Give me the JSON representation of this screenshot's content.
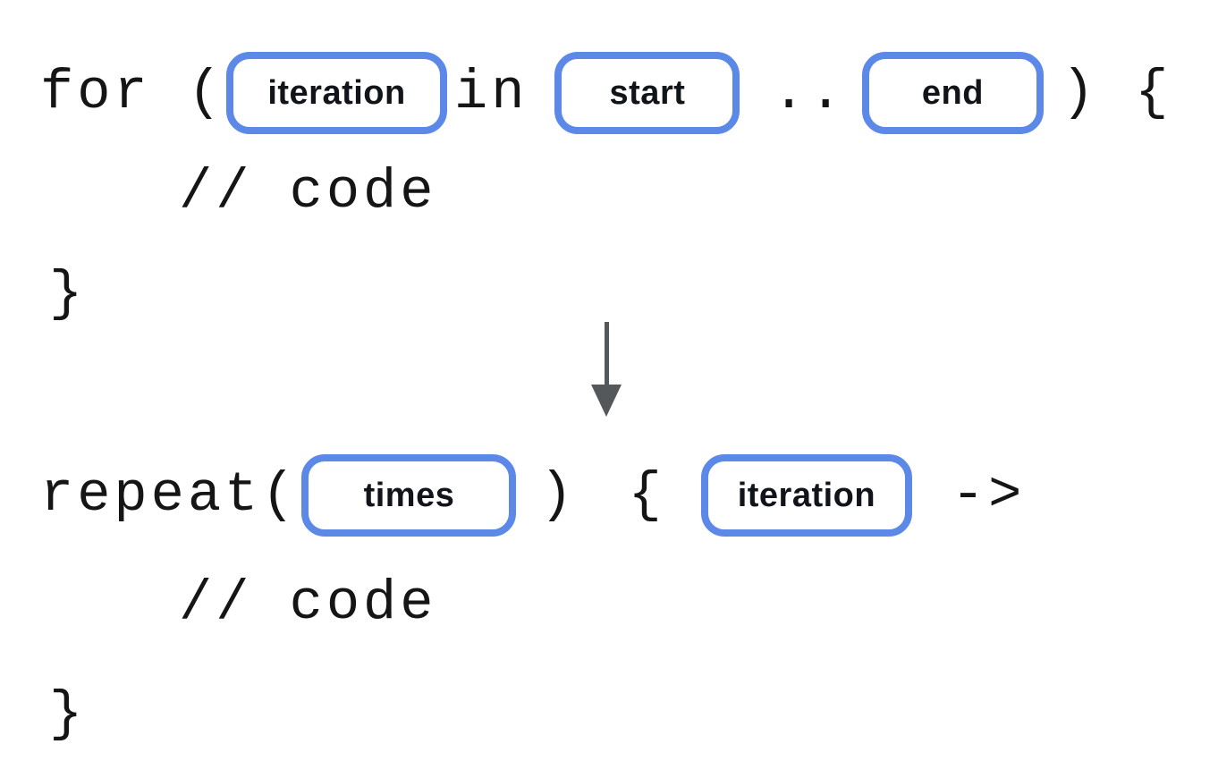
{
  "colors": {
    "accent": "#5c89e8",
    "arrow": "#55585a",
    "code_text": "#151515"
  },
  "diagram": {
    "before": {
      "code_start": "for (",
      "slot_iteration": "iteration",
      "keyword_in": "in",
      "slot_start": "start",
      "range_operator": "..",
      "slot_end": "end",
      "code_end": ") {",
      "body_comment": "// code",
      "closing_brace": "}"
    },
    "after": {
      "code_start": "repeat(",
      "slot_times": "times",
      "close_paren": ")",
      "open_brace": "{",
      "slot_iteration": "iteration",
      "lambda_arrow": "->",
      "body_comment": "// code",
      "closing_brace": "}"
    }
  }
}
